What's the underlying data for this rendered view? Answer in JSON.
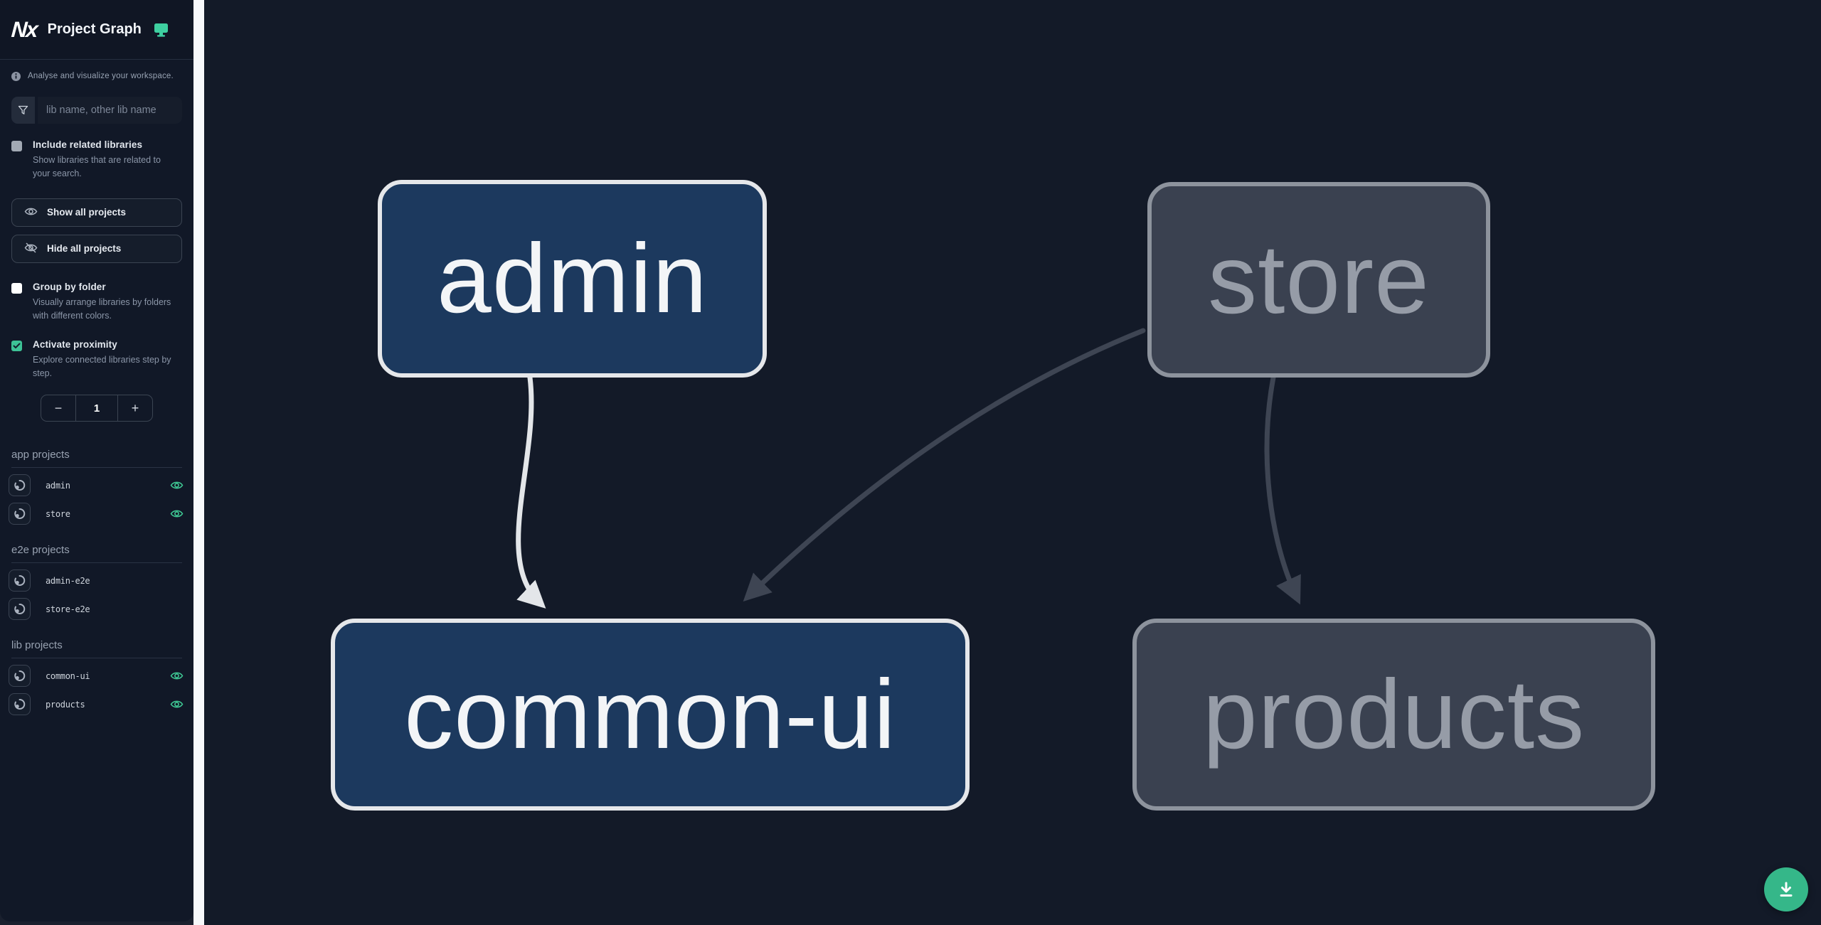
{
  "header": {
    "logo": "Nx",
    "title": "Project Graph",
    "tagline": "Analyse and visualize your workspace."
  },
  "search": {
    "placeholder": "lib name, other lib name",
    "value": ""
  },
  "filters": {
    "include_related": {
      "label": "Include related libraries",
      "description": "Show libraries that are related to your search.",
      "checked": false
    }
  },
  "buttons": {
    "show_all": "Show all projects",
    "hide_all": "Hide all projects"
  },
  "display_options": {
    "group_by_folder": {
      "label": "Group by folder",
      "description": "Visually arrange libraries by folders with different colors.",
      "checked": false
    },
    "activate_proximity": {
      "label": "Activate proximity",
      "description": "Explore connected libraries step by step.",
      "checked": true
    }
  },
  "counter": {
    "decrement": "−",
    "value": "1",
    "increment": "+"
  },
  "projects": {
    "app": {
      "title": "app projects",
      "items": [
        {
          "name": "admin",
          "visible": true
        },
        {
          "name": "store",
          "visible": true
        }
      ]
    },
    "e2e": {
      "title": "e2e projects",
      "items": [
        {
          "name": "admin-e2e",
          "visible": false
        },
        {
          "name": "store-e2e",
          "visible": false
        }
      ]
    },
    "lib": {
      "title": "lib projects",
      "items": [
        {
          "name": "common-ui",
          "visible": true
        },
        {
          "name": "products",
          "visible": true
        }
      ]
    }
  },
  "graph": {
    "nodes": {
      "admin": {
        "label": "admin",
        "state": "focused"
      },
      "store": {
        "label": "store",
        "state": "faded"
      },
      "common_ui": {
        "label": "common-ui",
        "state": "focused"
      },
      "products": {
        "label": "products",
        "state": "faded"
      }
    },
    "edges": [
      {
        "from": "admin",
        "to": "common-ui",
        "state": "highlighted"
      },
      {
        "from": "store",
        "to": "common-ui",
        "state": "faded"
      },
      {
        "from": "store",
        "to": "products",
        "state": "faded"
      }
    ]
  },
  "colors": {
    "accent_green": "#3dc296",
    "fab_green": "#35b789",
    "node_focused_fill": "#1c395e",
    "node_focused_border": "#e5e7ea",
    "node_faded_fill": "#3a4150",
    "node_faded_border": "#8d939d",
    "edge_highlight": "#e3e6e9",
    "edge_faded": "#3e4553",
    "sidebar_bg": "#111827",
    "canvas_bg": "#131a28"
  }
}
